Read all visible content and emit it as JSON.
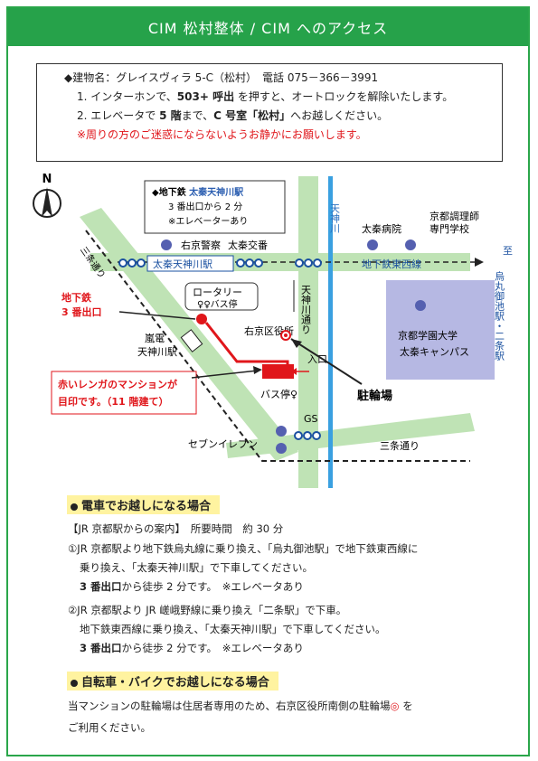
{
  "header": {
    "title": "CIM 松村整体 / CIM へのアクセス"
  },
  "info": {
    "line1": "◆建物名：グレイスヴィラ 5-C（松村）　電話 075－366－3991",
    "line2a": "1. インターホンで、",
    "line2b": "503+ 呼出",
    "line2c": " を押すと、オートロックを解除いたします。",
    "line3a": "2. エレベータで ",
    "line3b": "5 階",
    "line3c": "まで、",
    "line3d": "C 号室「松村」",
    "line3e": "へお越しください。",
    "line4": "※周りの方のご迷惑にならないようお静かにお願いします。"
  },
  "map": {
    "compass": "N",
    "exit_box": {
      "line1": "◆地下鉄 ",
      "line1b": "太秦天神川駅",
      "line2": "3 番出口から 2 分",
      "line3": "※エレベーターあり"
    },
    "labels": {
      "ukyo_police": "右京警察",
      "uzumasa_kouban": "太秦交番",
      "uzumasa_hospital": "太秦病院",
      "kyoto_chori": "京都調理師",
      "kyoto_chori2": "専門学校",
      "tenjin_river": "天神川",
      "station_tenjingawa": "太秦天神川駅",
      "subway_tozai": "地下鉄東西線",
      "to_label": "至",
      "karasuma": "烏丸御池駅・二条駅",
      "rotary": "ロータリー",
      "bus_stop": "♀♀バス停",
      "subway": "地下鉄",
      "exit3": "3 番出口",
      "ukyo_office": "右京区役所",
      "tenjingawa_dori": "天神川通り",
      "randen": "嵐電",
      "randen2": "天神川駅",
      "kyoto_gakuen": "京都学園大学",
      "uzumasa_campus": "太秦キャンパス",
      "iriguchi": "入口",
      "bus_stop2": "バス停♀",
      "bicycle_parking": "駐輪場",
      "gs": "GS",
      "seven": "セブンイレブン",
      "sanjo": "三条通り",
      "sanjo_left": "三条通り",
      "red_note1": "赤いレンガのマンションが",
      "red_note2": "目印です。（11 階建て）"
    }
  },
  "train": {
    "heading": "電車でお越しになる場合",
    "route_label": "【JR 京都駅からの案内】　所要時間　約 30 分",
    "r1a": "①JR 京都駅より地下鉄烏丸線に乗り換え、「烏丸御池駅」で地下鉄東西線に",
    "r1b": "乗り換え、「太秦天神川駅」で下車してください。",
    "r1c_bold": "3 番出口",
    "r1c": "から徒歩 2 分です。　※エレベータあり",
    "r2a": "②JR 京都駅より JR 嵯峨野線に乗り換え「二条駅」で下車。",
    "r2b": "地下鉄東西線に乗り換え、「太秦天神川駅」で下車してください。",
    "r2c_bold": "3 番出口",
    "r2c": "から徒歩 2 分です。　※エレベータあり"
  },
  "bike": {
    "heading": "自転車・バイクでお越しになる場合",
    "l1a": "当マンションの駐輪場は住居者専用のため、右京区役所南側の駐輪場",
    "l1b": " を",
    "l2": "ご利用ください。"
  },
  "colors": {
    "green": "#26a24a",
    "red": "#e0161b",
    "road": "#bfe3b5",
    "river": "#3aa0e0",
    "campus": "#b6b8e3",
    "highlight": "#fff3a0"
  }
}
